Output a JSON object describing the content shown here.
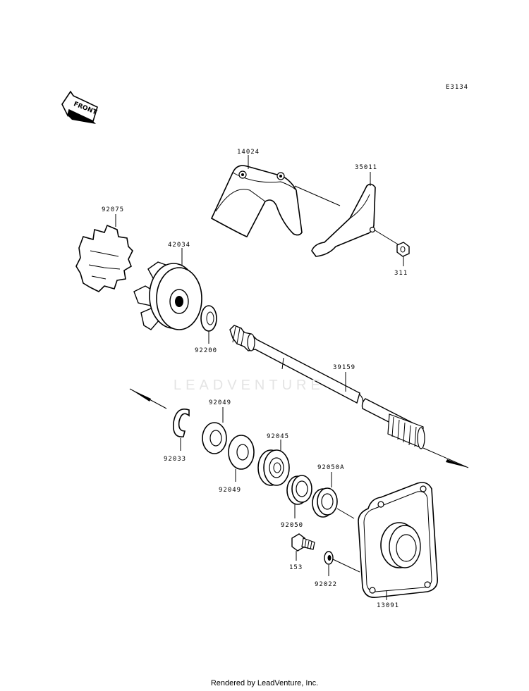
{
  "diagram_code": "E3134",
  "front_arrow_label": "FRONT",
  "watermark": "LEADVENTURE",
  "footer": "Rendered by LeadVenture, Inc.",
  "parts": {
    "p14024": "14024",
    "p35011": "35011",
    "p311": "311",
    "p92075": "92075",
    "p42034": "42034",
    "p92200": "92200",
    "p39159": "39159",
    "p92049a": "92049",
    "p92049b": "92049",
    "p92033": "92033",
    "p92045": "92045",
    "p92050a": "92050A",
    "p92050": "92050",
    "p153": "153",
    "p92022": "92022",
    "p13091": "13091"
  }
}
